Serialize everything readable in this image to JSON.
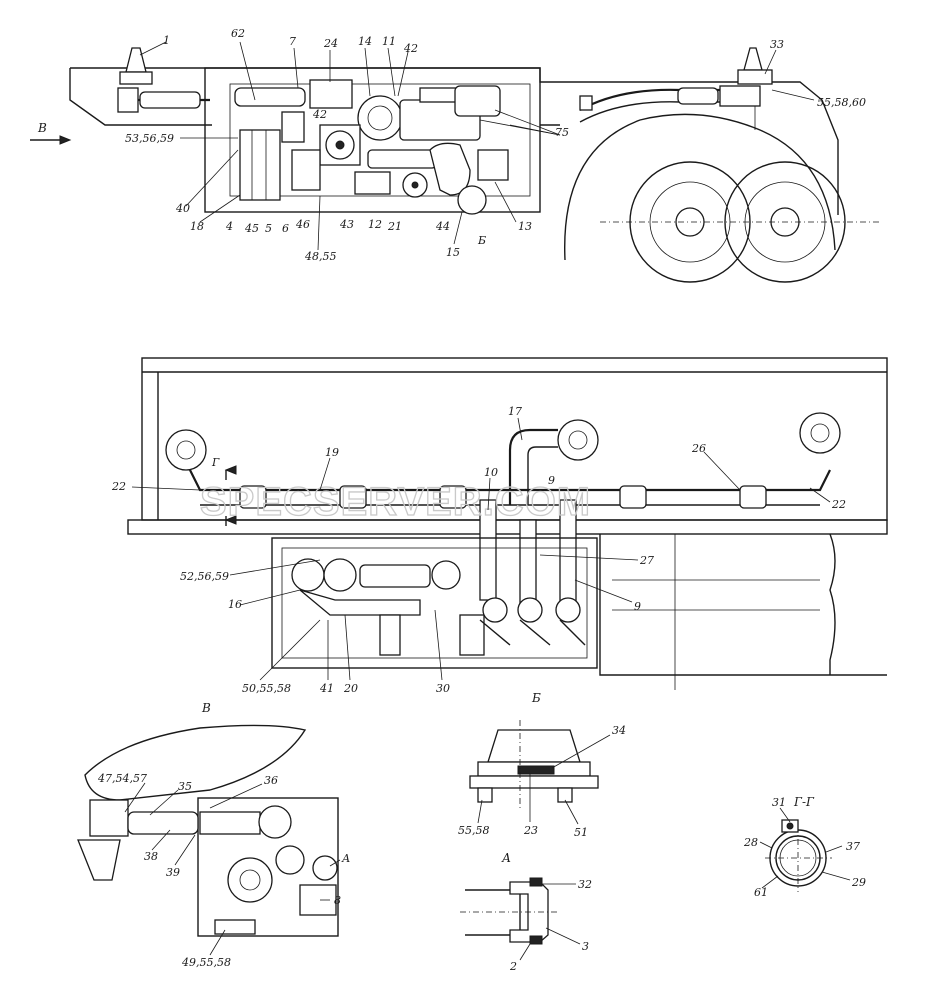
{
  "watermark": "SPECSERVER.COM",
  "top_view": {
    "direction_label": "В",
    "callouts": [
      "1",
      "62",
      "7",
      "24",
      "14",
      "11",
      "42",
      "42",
      "53,56,59",
      "40",
      "18",
      "4",
      "45",
      "5",
      "6",
      "46",
      "48,55",
      "43",
      "12",
      "21",
      "44",
      "15",
      "Б",
      "13",
      "75",
      "33",
      "55,58,60"
    ]
  },
  "middle_view": {
    "section_mark": "Г",
    "callouts": [
      "22",
      "19",
      "10",
      "17",
      "9",
      "26",
      "22",
      "52,56,59",
      "16",
      "50,55,58",
      "41",
      "20",
      "30",
      "27",
      "9"
    ]
  },
  "detail_v": {
    "title": "В",
    "callouts": [
      "47,54,57",
      "35",
      "36",
      "38",
      "39",
      "А",
      "8",
      "49,55,58"
    ]
  },
  "detail_b": {
    "title": "Б",
    "callouts": [
      "34",
      "55,58",
      "23",
      "51"
    ]
  },
  "detail_a": {
    "title": "А",
    "callouts": [
      "32",
      "3",
      "2"
    ]
  },
  "detail_g": {
    "title": "Г-Г",
    "callouts": [
      "31",
      "28",
      "37",
      "29",
      "61"
    ]
  }
}
